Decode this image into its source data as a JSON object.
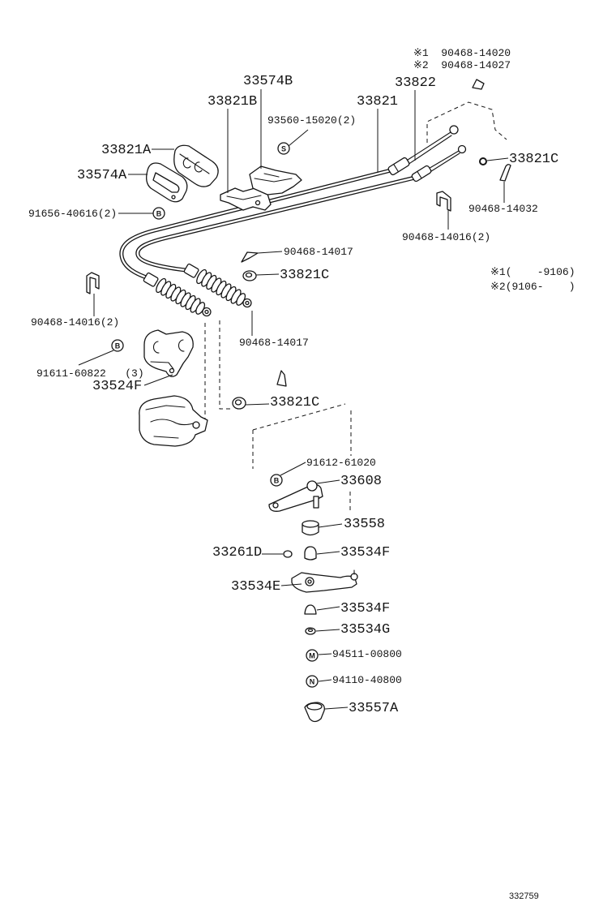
{
  "part_labels": [
    "33574B",
    "33822",
    "33821B",
    "33821",
    "93560-15020(2)",
    "33821A",
    "33821C",
    "33574A",
    "91656-40616(2)",
    "90468-14032",
    "90468-14016(2)",
    "90468-14017",
    "33821C",
    "90468-14016(2)",
    "90468-14017",
    "91611-60822   (3)",
    "33524F",
    "33821C",
    "91612-61020",
    "33608",
    "33558",
    "33261D",
    "33534F",
    "33534E",
    "33534F",
    "33534G",
    "94511-00800",
    "94110-40800",
    "33557A"
  ],
  "notes": {
    "ref_1": "※1  90468-14020",
    "ref_2": "※2  90468-14027",
    "range_1": "※1(    -9106)",
    "range_2": "※2(9106-    )"
  },
  "markers": [
    "S",
    "B",
    "B",
    "B",
    "M",
    "N"
  ],
  "figure_number": "332759"
}
